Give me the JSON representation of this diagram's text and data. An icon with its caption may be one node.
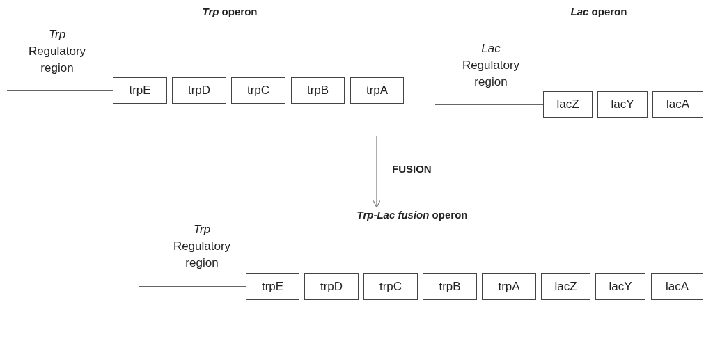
{
  "diagram": {
    "nodes": [
      {
        "text": [
          "trpE"
        ]
      },
      {
        "text": [
          "trpD"
        ]
      },
      {
        "text": [
          "trpC"
        ]
      },
      {
        "text": [
          "trpB"
        ]
      },
      {
        "text": [
          "trpA"
        ]
      },
      {
        "text": [
          "lacZ"
        ]
      },
      {
        "text": [
          "lacY"
        ]
      },
      {
        "text": [
          "lacA"
        ]
      },
      {
        "text": [
          "*Trp-Lac fusion* operon"
        ]
      },
      {
        "text": [
          "trpE"
        ]
      },
      {
        "text": [
          "trpD"
        ]
      },
      {
        "text": [
          "trpC"
        ]
      },
      {
        "text": [
          "trpB"
        ]
      },
      {
        "text": [
          "trpA"
        ]
      },
      {
        "text": [
          "lacZ"
        ]
      },
      {
        "text": [
          "lacY"
        ]
      },
      {
        "text": [
          "lacA"
        ]
      }
    ],
    "edges": [
      {
        "from": null,
        "to": 8,
        "arrow": "to",
        "label": "FUSION"
      }
    ],
    "labels": [
      "*Trp* operon",
      "*Lac* operon",
      "*Trp* Regulatory region",
      "*Lac* Regulatory region",
      "*Trp* Regulatory region"
    ]
  }
}
